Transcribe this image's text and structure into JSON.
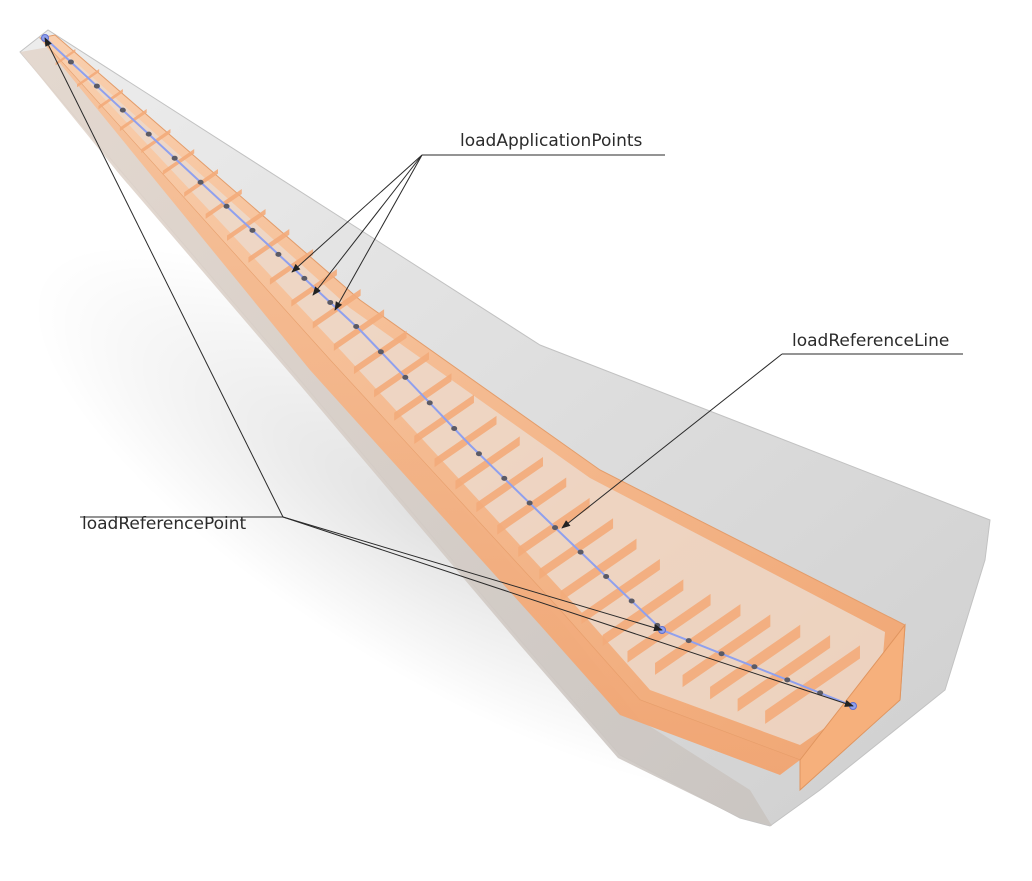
{
  "labels": {
    "application_points": "loadApplicationPoints",
    "reference_line": "loadReferenceLine",
    "reference_point": "loadReferencePoint"
  },
  "colors": {
    "background": "#ffffff",
    "skin": "#d9d9d9",
    "structure": "#f4b185",
    "reference_line": "#8fa0ee",
    "application_point": "#5a5a66",
    "leader": "#333333"
  }
}
